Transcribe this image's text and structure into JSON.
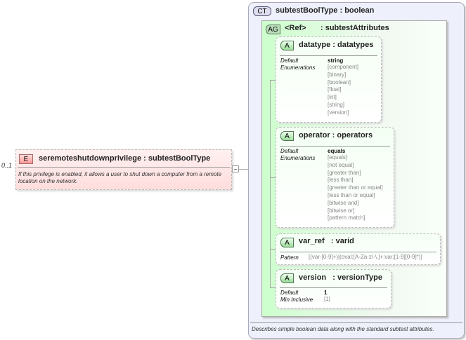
{
  "element": {
    "occurrence": "0..1",
    "badge": "E",
    "title": "seremoteshutdownprivilege : subtestBoolType",
    "description": "If this privilege is enabled, it allows a user to shut down a computer from a remote location on the network."
  },
  "complex_type": {
    "badge": "CT",
    "title": "subtestBoolType : boolean",
    "description": "Describes simple boolean data along with the standard subtest attributes."
  },
  "attribute_group": {
    "badge": "AG",
    "ref": "<Ref>",
    "type": ": subtestAttributes"
  },
  "attributes": [
    {
      "badge": "A",
      "title": "datatype : datatypes",
      "default_label": "Default",
      "default": "string",
      "enum_label": "Enumerations",
      "enumerations": [
        "[component]",
        "[binary]",
        "[boolean]",
        "[float]",
        "[int]",
        "[string]",
        "[version]"
      ]
    },
    {
      "badge": "A",
      "title": "operator : operators",
      "default_label": "Default",
      "default": "equals",
      "enum_label": "Enumerations",
      "enumerations": [
        "[equals]",
        "[not equal]",
        "[greater than]",
        "[less than]",
        "[greater than or equal]",
        "[less than or equal]",
        "[bitwise and]",
        "[bitwise or]",
        "[pattern match]"
      ]
    },
    {
      "badge": "A",
      "title": "var_ref   : varid",
      "pattern_label": "Pattern",
      "pattern": "[(var-[0-9]+)|(oval:[A-Za-z\\-\\.]+:var:[1-9][0-9]*)]"
    },
    {
      "badge": "A",
      "title": "version   : versionType",
      "default_label": "Default",
      "default": "1",
      "min_label": "Min Inclusive",
      "min": "[1]"
    }
  ]
}
